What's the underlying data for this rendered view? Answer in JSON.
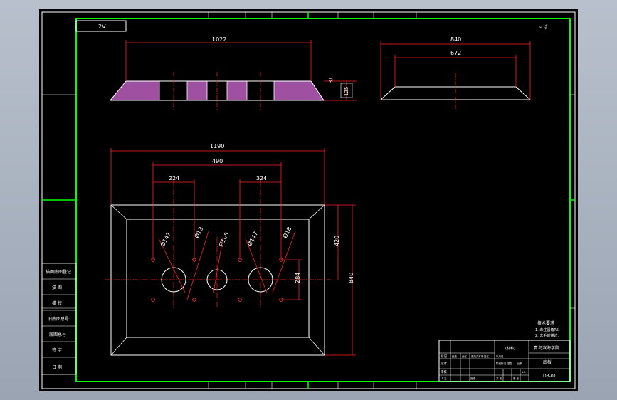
{
  "sheet": {
    "scale_box": "2V",
    "roughness_mark": "∞ ∜",
    "tech_req": {
      "title": "技术要求",
      "line1": "1. 未注圆角R5.",
      "line2": "2. 去毛刺锐边."
    }
  },
  "front_view": {
    "dim_top": "1022",
    "dim_right_small": "31",
    "dim_right": "125"
  },
  "side_view": {
    "dim_outer": "840",
    "dim_inner": "672"
  },
  "plan_view": {
    "dim_overall": "1190",
    "dim_hole_spacing": "490",
    "dim_left_pair": "224",
    "dim_right_pair": "324",
    "dim_height_inner": "420",
    "dim_height_outer": "840",
    "dim_hole_pitch": "284",
    "hole_left_dia": "Ø147",
    "hole_left_small": "Ø13",
    "hole_center_dia": "Ø105",
    "hole_right_dia": "Ø147",
    "hole_right_small": "Ø18"
  },
  "side_table": [
    "描图底图登记",
    "描 图",
    "描 校",
    "旧底图总号",
    "底图总号",
    "签 字",
    "日 期"
  ],
  "title_block": {
    "school": "青岛滨海学院",
    "part_name": "底板",
    "material": "(材料)",
    "drawing_no": "DB-01",
    "row_labels": [
      "标记",
      "设计",
      "审核",
      "工艺"
    ],
    "cells": [
      "处数",
      "分区",
      "更改文件号",
      "签名",
      "年月日",
      "阶段标记",
      "重量",
      "比例",
      "共 张",
      "第 张",
      "1:5",
      "批准"
    ]
  }
}
